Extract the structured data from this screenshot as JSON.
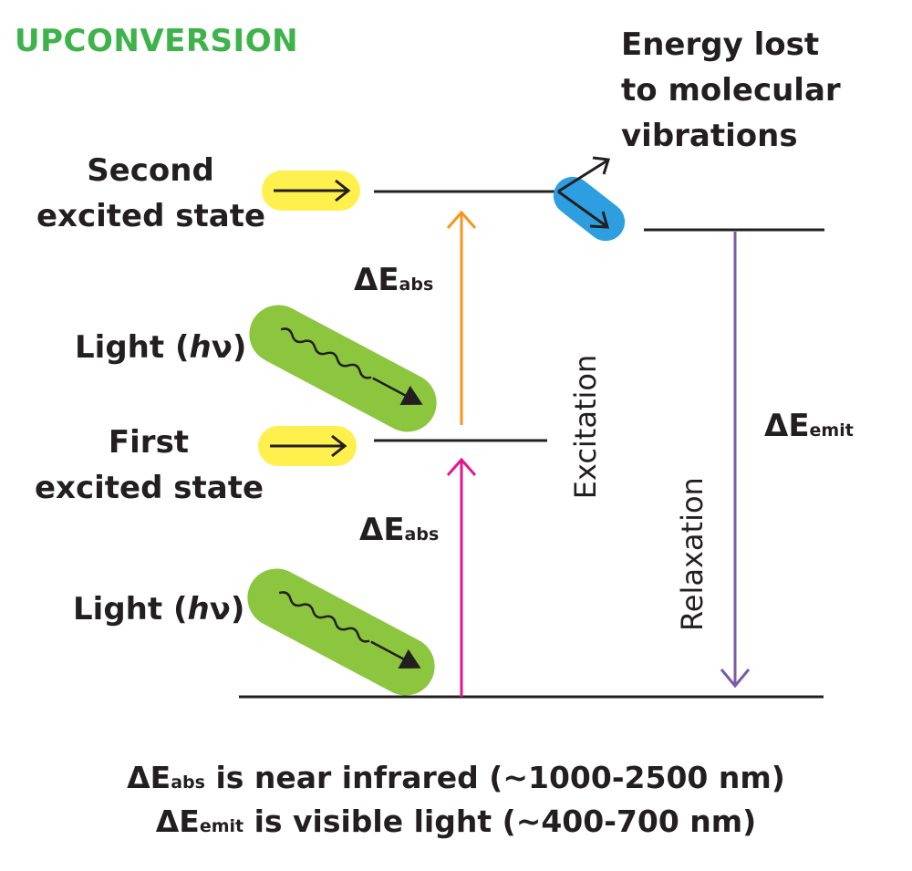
{
  "title": "UPCONVERSION",
  "energy_lost": {
    "line1": "Energy lost",
    "line2": "to molecular",
    "line3": "vibrations"
  },
  "second_state": {
    "line1": "Second",
    "line2": "excited state"
  },
  "first_state": {
    "line1": "First",
    "line2": "excited state"
  },
  "light_upper": {
    "text": "Light (",
    "italic": "h",
    "nu": "ν)"
  },
  "light_lower": {
    "text": "Light (",
    "italic": "h",
    "nu": "ν)"
  },
  "delta_abs_upper": {
    "delta": "ΔE",
    "sub": "abs"
  },
  "delta_abs_lower": {
    "delta": "ΔE",
    "sub": "abs"
  },
  "delta_emit": {
    "delta": "ΔE",
    "sub": "emit"
  },
  "excitation_label": "Excitation",
  "relaxation_label": "Relaxation",
  "footer": {
    "line1_delta": "ΔE",
    "line1_sub": "abs",
    "line1_rest": " is near infrared (~1000-2500 nm)",
    "line2_delta": "ΔE",
    "line2_sub": "emit",
    "line2_rest": " is visible light (~400-700 nm)"
  },
  "colors": {
    "title_green": "#3db34a",
    "pill_yellow": "#fff04d",
    "pill_green": "#8cc63f",
    "pill_blue": "#2d9fe0",
    "abs_orange": "#f7941d",
    "abs_magenta": "#e4168c",
    "emit_purple": "#7b5aa6",
    "ink": "#231f20"
  }
}
